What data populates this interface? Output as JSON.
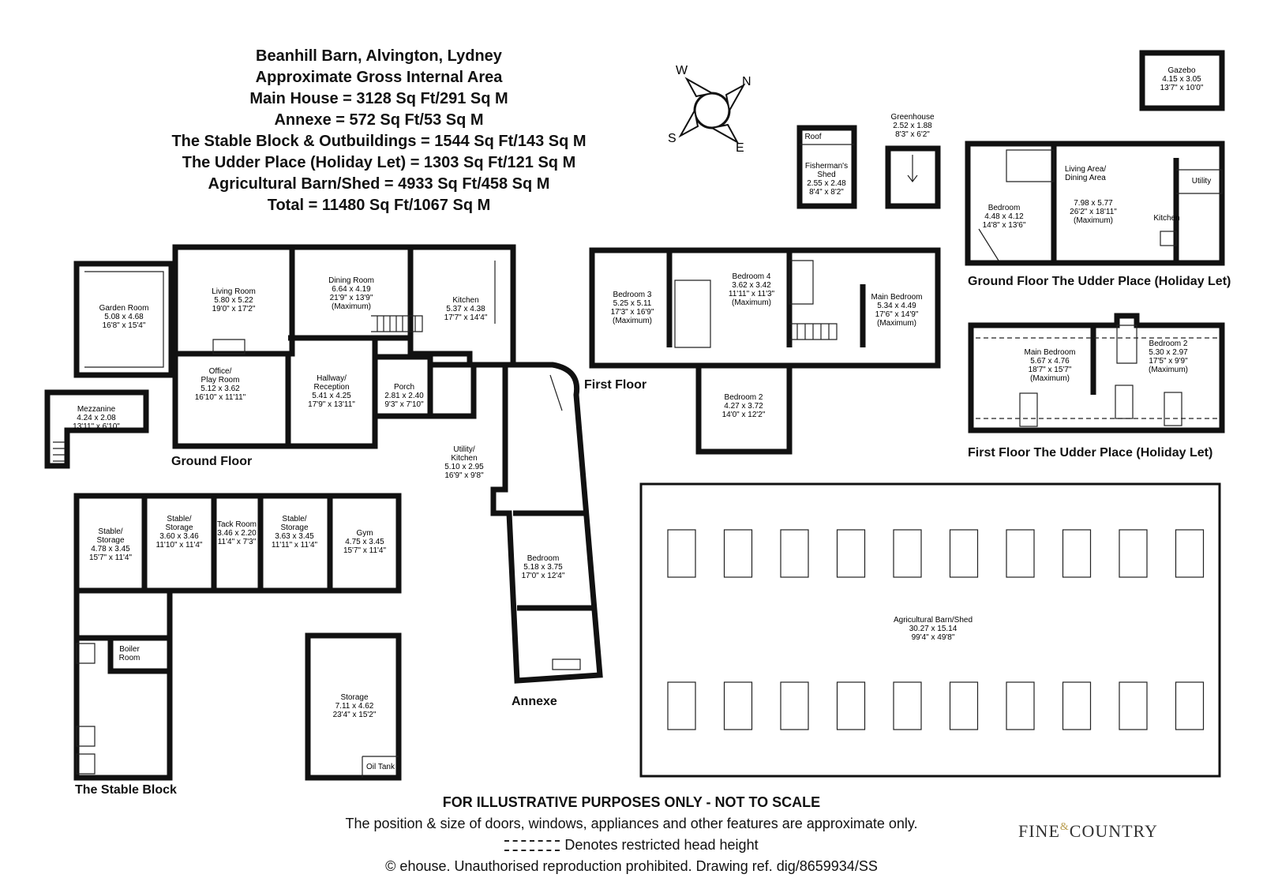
{
  "header": {
    "title": "Beanhill Barn, Alvington, Lydney",
    "subtitle": "Approximate Gross Internal Area",
    "areas": [
      "Main House = 3128 Sq Ft/291 Sq M",
      "Annexe = 572 Sq Ft/53 Sq M",
      "The Stable Block & Outbuildings = 1544 Sq Ft/143 Sq M",
      "The Udder Place (Holiday Let) = 1303 Sq Ft/121 Sq M",
      "Agricultural Barn/Shed = 4933 Sq Ft/458 Sq M",
      "Total = 11480 Sq Ft/1067 Sq M"
    ]
  },
  "compass": {
    "n": "N",
    "e": "E",
    "s": "S",
    "w": "W"
  },
  "floor_labels": {
    "ground_floor": "Ground Floor",
    "first_floor": "First Floor",
    "annexe": "Annexe",
    "stable_block": "The Stable Block",
    "udder_ground": "Ground Floor The Udder Place (Holiday Let)",
    "udder_first": "First Floor The Udder Place (Holiday Let)"
  },
  "rooms": {
    "garden_room": [
      "Garden Room",
      "5.08 x 4.68",
      "16'8\" x 15'4\""
    ],
    "living_room": [
      "Living Room",
      "5.80 x 5.22",
      "19'0\" x 17'2\""
    ],
    "dining_room": [
      "Dining Room",
      "6.64 x 4.19",
      "21'9\" x 13'9\"",
      "(Maximum)"
    ],
    "kitchen": [
      "Kitchen",
      "5.37 x 4.38",
      "17'7\" x 14'4\""
    ],
    "office": [
      "Office/",
      "Play Room",
      "5.12 x 3.62",
      "16'10\" x 11'11\""
    ],
    "hallway": [
      "Hallway/",
      "Reception",
      "5.41 x 4.25",
      "17'9\" x 13'11\""
    ],
    "porch": [
      "Porch",
      "2.81 x 2.40",
      "9'3\" x 7'10\""
    ],
    "mezzanine": [
      "Mezzanine",
      "4.24 x 2.08",
      "13'11\" x 6'10\""
    ],
    "utility_kitchen": [
      "Utility/",
      "Kitchen",
      "5.10 x 2.95",
      "16'9\" x 9'8\""
    ],
    "annexe_bedroom": [
      "Bedroom",
      "5.18 x 3.75",
      "17'0\" x 12'4\""
    ],
    "bedroom3": [
      "Bedroom 3",
      "5.25 x 5.11",
      "17'3\" x 16'9\"",
      "(Maximum)"
    ],
    "bedroom4": [
      "Bedroom 4",
      "3.62 x 3.42",
      "11'11\" x 11'3\"",
      "(Maximum)"
    ],
    "main_bedroom": [
      "Main Bedroom",
      "5.34 x 4.49",
      "17'6\" x 14'9\"",
      "(Maximum)"
    ],
    "bedroom2": [
      "Bedroom 2",
      "4.27 x 3.72",
      "14'0\" x 12'2\""
    ],
    "roof": [
      "Roof"
    ],
    "fishermans_shed": [
      "Fisherman's",
      "Shed",
      "2.55 x 2.48",
      "8'4\" x 8'2\""
    ],
    "greenhouse": [
      "Greenhouse",
      "2.52 x 1.88",
      "8'3\" x 6'2\""
    ],
    "gazebo": [
      "Gazebo",
      "4.15 x 3.05",
      "13'7\" x 10'0\""
    ],
    "udder_bedroom": [
      "Bedroom",
      "4.48 x 4.12",
      "14'8\" x 13'6\""
    ],
    "udder_living": [
      "Living Area/",
      "Dining Area",
      "7.98 x 5.77",
      "26'2\" x 18'11\"",
      "(Maximum)"
    ],
    "udder_utility": [
      "Utility"
    ],
    "udder_kitchen": [
      "Kitchen"
    ],
    "udder_main_bedroom": [
      "Main Bedroom",
      "5.67 x 4.76",
      "18'7\" x 15'7\"",
      "(Maximum)"
    ],
    "udder_bedroom2": [
      "Bedroom 2",
      "5.30 x 2.97",
      "17'5\" x 9'9\"",
      "(Maximum)"
    ],
    "stable1": [
      "Stable/",
      "Storage",
      "4.78 x 3.45",
      "15'7\" x 11'4\""
    ],
    "stable2": [
      "Stable/",
      "Storage",
      "3.60 x 3.46",
      "11'10\" x 11'4\""
    ],
    "tack_room": [
      "Tack Room",
      "3.46 x 2.20",
      "11'4\" x 7'3\""
    ],
    "stable3": [
      "Stable/",
      "Storage",
      "3.63 x 3.45",
      "11'11\" x 11'4\""
    ],
    "gym": [
      "Gym",
      "4.75 x 3.45",
      "15'7\" x 11'4\""
    ],
    "boiler_room": [
      "Boiler",
      "Room"
    ],
    "storage": [
      "Storage",
      "7.11 x 4.62",
      "23'4\" x 15'2\""
    ],
    "oil_tank": [
      "Oil Tank"
    ],
    "agri_barn": [
      "Agricultural Barn/Shed",
      "30.27 x 15.14",
      "99'4\" x 49'8\""
    ]
  },
  "footer": {
    "notice": "FOR ILLUSTRATIVE PURPOSES ONLY - NOT TO SCALE",
    "disclaimer": "The position & size of doors, windows, appliances and other features are approximate only.",
    "restricted": "Denotes restricted head height",
    "copyright": "© ehouse. Unauthorised reproduction prohibited. Drawing ref. dig/8659934/SS"
  },
  "logo": {
    "part1": "FINE",
    "amp": "&",
    "part2": "COUNTRY"
  }
}
